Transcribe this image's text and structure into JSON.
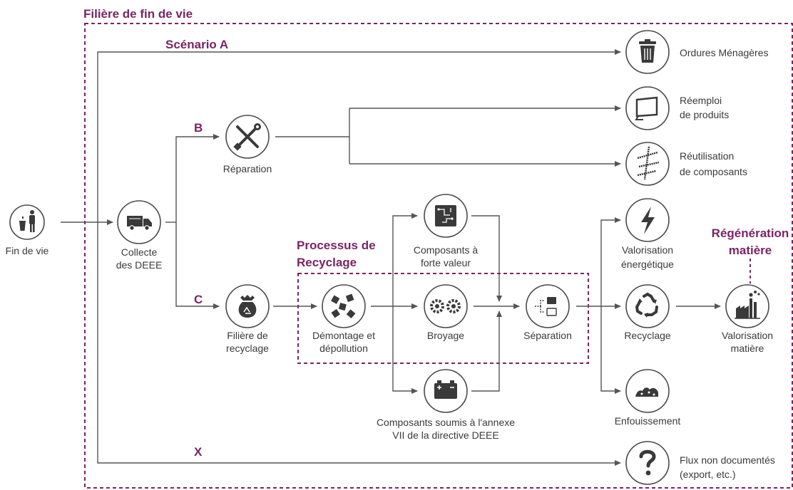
{
  "frame_title": "Filière de fin de vie",
  "process_box_title": [
    "Processus de",
    "Recyclage"
  ],
  "regeneration_title": [
    "Régénération",
    "matière"
  ],
  "scenarios": {
    "a": "Scénario A",
    "b": "B",
    "c": "C",
    "x": "X"
  },
  "nodes": {
    "fin_de_vie": [
      "Fin de vie"
    ],
    "collecte": [
      "Collecte",
      "des DEEE"
    ],
    "reparation": [
      "Réparation"
    ],
    "filiere_recyclage": [
      "Filière de",
      "recyclage"
    ],
    "demontage": [
      "Démontage et",
      "dépollution"
    ],
    "broyage": [
      "Broyage"
    ],
    "separation": [
      "Séparation"
    ],
    "composants_forte_valeur": [
      "Composants à",
      "forte valeur"
    ],
    "composants_annexe": [
      "Composants soumis à l'annexe",
      "VII de la directive DEEE"
    ],
    "ordures": [
      "Ordures Ménagères"
    ],
    "reemploi": [
      "Réemploi",
      "de produits"
    ],
    "reutilisation": [
      "Réutilisation",
      "de composants"
    ],
    "valorisation_energetique": [
      "Valorisation",
      "énergétique"
    ],
    "recyclage": [
      "Recyclage"
    ],
    "enfouissement": [
      "Enfouissement"
    ],
    "valorisation_matiere": [
      "Valorisation",
      "matière"
    ],
    "flux_non_documentes": [
      "Flux non documentés",
      "(export, etc.)"
    ]
  },
  "icons": {
    "fin_de_vie": "person-trash-icon",
    "collecte": "truck-icon",
    "reparation": "tools-icon",
    "filiere_recyclage": "recycle-bag-icon",
    "demontage": "puzzle-pieces-icon",
    "broyage": "gears-icon",
    "separation": "sorting-icon",
    "composants_forte_valeur": "circuit-board-icon",
    "composants_annexe": "battery-icon",
    "ordures": "trash-bin-icon",
    "reemploi": "monitor-icon",
    "reutilisation": "screws-icon",
    "valorisation_energetique": "lightning-icon",
    "recyclage": "recycle-arrows-icon",
    "enfouissement": "landfill-icon",
    "valorisation_matiere": "factory-icon",
    "flux_non_documentes": "question-mark-icon"
  },
  "colors": {
    "accent": "#7a2465",
    "line": "#555555",
    "text": "#3a3a3a"
  }
}
